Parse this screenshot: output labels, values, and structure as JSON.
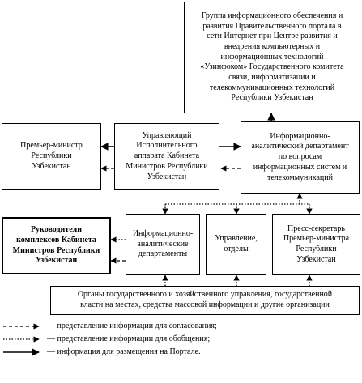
{
  "boxes": {
    "group": [
      "Группа информационного обеспечения и",
      "развития Правительственного портала в",
      "сети Интернет при Центре развития и",
      "внедрения компьютерных и",
      "информационных технологий",
      "«Узинфоком» Государственного комитета",
      "связи, информатизации и",
      "телекоммуникационных технологий",
      "Республики Узбекистан"
    ],
    "premier": [
      "Премьер-министр",
      "Республики",
      "Узбекистан"
    ],
    "manager": [
      "Управляющий",
      "Исполнительного",
      "аппарата Кабинета",
      "Министров Республики",
      "Узбекистан"
    ],
    "info_dept": [
      "Информационно-",
      "аналитический департамент",
      "по вопросам",
      "информационных систем и",
      "телекоммуникаций"
    ],
    "leaders": [
      "Руководители",
      "комплексов Кабинета",
      "Министров Республики",
      "Узбекистан"
    ],
    "info_depts": [
      "Информационно-",
      "аналитические",
      "департаменты"
    ],
    "administration": [
      "Управление,",
      "отделы"
    ],
    "press": [
      "Пресс-секретарь",
      "Премьер-министра",
      "Республики",
      "Узбекистан"
    ],
    "organs": [
      "Органы государственного и хозяйственного управления, государственной",
      "власти на местах, средства массовой информации и другие организации"
    ]
  },
  "legend": [
    "— представление информации для согласования;",
    "— представление информации для обобщения;",
    "— информация для размещения на Портале."
  ]
}
